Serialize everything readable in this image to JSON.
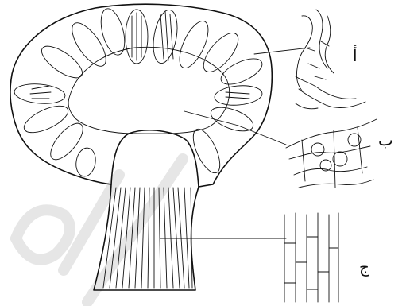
{
  "labels": {
    "a": "أ",
    "b": "ب",
    "c": "ج"
  },
  "watermark_color": "#e8e8e8",
  "ink_color": "#111111"
}
